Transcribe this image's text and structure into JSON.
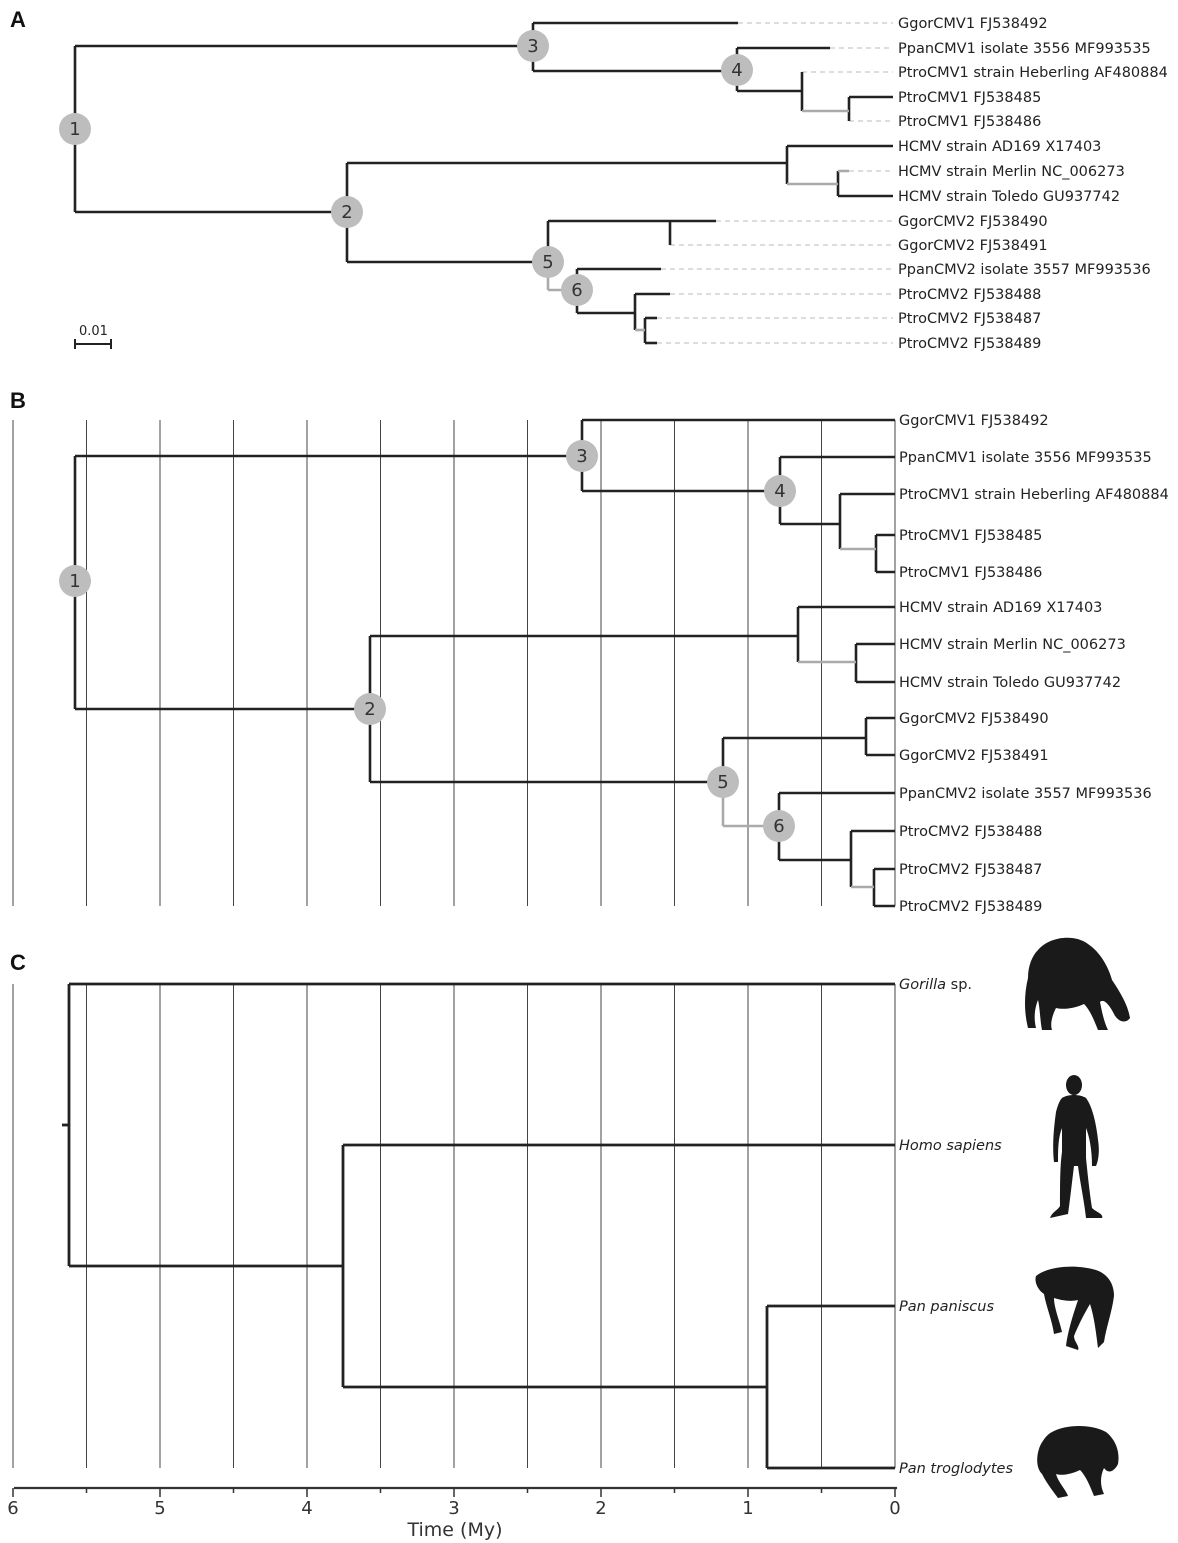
{
  "panels": {
    "a": {
      "letter": "A",
      "scale_label": "0.01",
      "tips": [
        "GgorCMV1 FJ538492",
        "PpanCMV1 isolate 3556 MF993535",
        "PtroCMV1 strain Heberling AF480884",
        "PtroCMV1 FJ538485",
        "PtroCMV1 FJ538486",
        "HCMV strain AD169 X17403",
        "HCMV strain Merlin NC_006273",
        "HCMV strain Toledo GU937742",
        "GgorCMV2 FJ538490",
        "GgorCMV2 FJ538491",
        "PpanCMV2 isolate 3557 MF993536",
        "PtroCMV2 FJ538488",
        "PtroCMV2 FJ538487",
        "PtroCMV2 FJ538489"
      ],
      "nodes": [
        "1",
        "2",
        "3",
        "4",
        "5",
        "6"
      ]
    },
    "b": {
      "letter": "B",
      "tips": [
        "GgorCMV1 FJ538492",
        "PpanCMV1 isolate 3556 MF993535",
        "PtroCMV1 strain Heberling AF480884",
        "PtroCMV1 FJ538485",
        "PtroCMV1 FJ538486",
        "HCMV strain AD169 X17403",
        "HCMV strain Merlin NC_006273",
        "HCMV strain Toledo GU937742",
        "GgorCMV2 FJ538490",
        "GgorCMV2 FJ538491",
        "PpanCMV2 isolate 3557 MF993536",
        "PtroCMV2 FJ538488",
        "PtroCMV2 FJ538487",
        "PtroCMV2 FJ538489"
      ],
      "nodes": [
        "1",
        "2",
        "3",
        "4",
        "5",
        "6"
      ]
    },
    "c": {
      "letter": "C",
      "tips": [
        {
          "genus": "Gorilla",
          "rest": " sp."
        },
        {
          "genus": "Homo sapiens",
          "rest": ""
        },
        {
          "genus": "Pan paniscus",
          "rest": ""
        },
        {
          "genus": "Pan troglodytes",
          "rest": ""
        }
      ],
      "silhouettes": [
        "gorilla-silhouette-icon",
        "human-silhouette-icon",
        "bonobo-silhouette-icon",
        "chimpanzee-silhouette-icon"
      ]
    }
  },
  "time_axis": {
    "title": "Time (My)",
    "ticks": [
      "6",
      "5",
      "4",
      "3",
      "2",
      "1",
      "0"
    ]
  },
  "colors": {
    "branch": "#222222",
    "branch_grey": "#aaaaaa",
    "node_fill": "#bdbdbd",
    "grid": "#444444",
    "leader": "#bbbbbb"
  }
}
